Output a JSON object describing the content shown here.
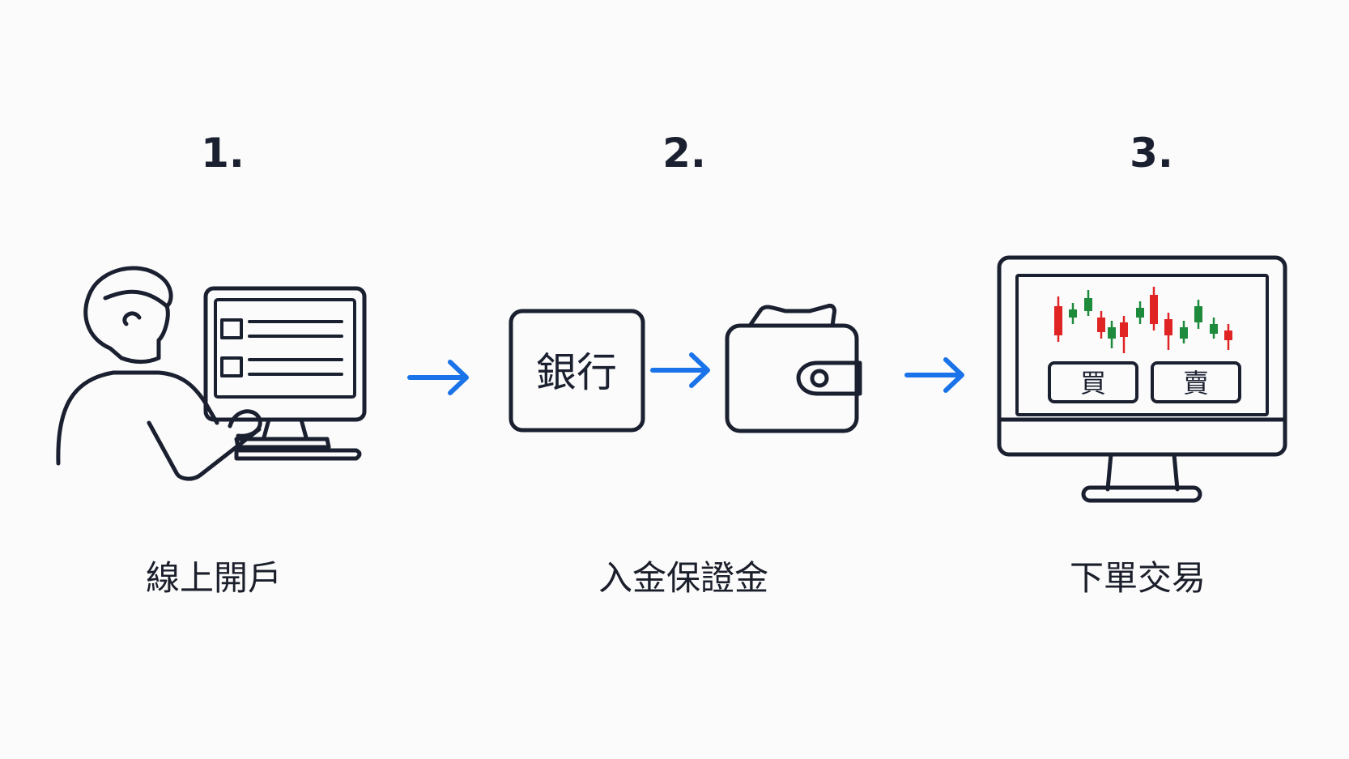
{
  "steps": [
    {
      "number": "1.",
      "caption": "線上開戶"
    },
    {
      "number": "2.",
      "caption": "入金保證金"
    },
    {
      "number": "3.",
      "caption": "下單交易"
    }
  ],
  "bank_label": "銀行",
  "trade_buttons": {
    "buy": "買",
    "sell": "賣"
  },
  "icons": [
    "person-at-computer-icon",
    "bank-icon",
    "wallet-icon",
    "trading-monitor-icon",
    "arrow-right-icon"
  ],
  "colors": {
    "stroke": "#1b2030",
    "arrow": "#1a73e8",
    "candle_up": "#1e8a3c",
    "candle_down": "#e02424"
  }
}
